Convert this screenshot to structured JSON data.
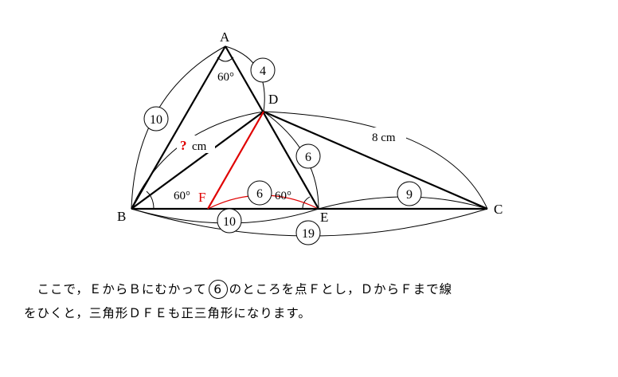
{
  "diagram": {
    "points": {
      "A": "A",
      "B": "B",
      "C": "C",
      "D": "D",
      "E": "E",
      "F": "F"
    },
    "angles": {
      "at_A": "60°",
      "at_B": "60°",
      "at_E": "60°"
    },
    "lengths": {
      "BA": "10",
      "AD": "4",
      "DE": "6",
      "FE": "6",
      "EC": "9",
      "BE": "10",
      "BC": "19",
      "DC": "8 cm",
      "BD_unknown": "?",
      "BD_unit": "cm"
    },
    "colors": {
      "highlight": "#e00000",
      "line": "#000000"
    }
  },
  "explanation": {
    "line1_before": "ここで，ＥからＢにむかって",
    "circled": "6",
    "line1_after": "のところを点Ｆとし，ＤからＦまで線",
    "line2": "をひくと，三角形ＤＦＥも正三角形になります。"
  }
}
